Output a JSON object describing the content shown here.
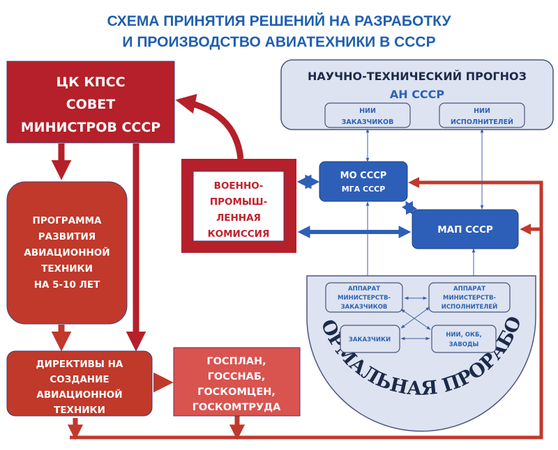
{
  "title": {
    "line1": "СХЕМА ПРИНЯТИЯ РЕШЕНИЙ НА РАЗРАБОТКУ",
    "line2": "И ПРОИЗВОДСТВО АВИАТЕХНИКИ В СССР"
  },
  "colors": {
    "title_blue": "#1f5fb0",
    "dark_red": "#b5202a",
    "red": "#c0392b",
    "light_red": "#d9534f",
    "blue_box": "#2e5fb8",
    "light_panel": "#dde3f1",
    "panel_border": "#4a5578"
  },
  "nodes": {
    "ck_kpss": {
      "lines": [
        "ЦК КПСС",
        "СОВЕТ",
        "МИНИСТРОВ СССР"
      ]
    },
    "program": {
      "lines": [
        "ПРОГРАММА",
        "РАЗВИТИЯ",
        "АВИАЦИОННОЙ",
        "ТЕХНИКИ",
        "НА 5-10 ЛЕТ"
      ]
    },
    "directives": {
      "lines": [
        "ДИРЕКТИВЫ НА",
        "СОЗДАНИЕ",
        "АВИАЦИОННОЙ",
        "ТЕХНИКИ"
      ]
    },
    "gosplan": {
      "lines": [
        "ГОСПЛАН,",
        "ГОССНАБ,",
        "ГОСКОМЦЕН,",
        "ГОСКОМТРУДА"
      ]
    },
    "vpk": {
      "lines": [
        "ВОЕННО-",
        "ПРОМЫШ-",
        "ЛЕННАЯ",
        "КОМИССИЯ"
      ]
    },
    "forecast": {
      "title": "НАУЧНО-ТЕХНИЧЕСКИЙ ПРОГНОЗ",
      "subtitle": "АН СССР"
    },
    "nii_customers": {
      "lines": [
        "НИИ",
        "ЗАКАЗЧИКОВ"
      ]
    },
    "nii_executors": {
      "lines": [
        "НИИ",
        "ИСПОЛНИТЕЛЕЙ"
      ]
    },
    "mo_mga": {
      "lines": [
        "МО СССР",
        "МГА СССР"
      ]
    },
    "map": {
      "lines": [
        "МАП СССР"
      ]
    },
    "apparat_customers": {
      "lines": [
        "АППАРАТ",
        "МИНИСТЕРСТВ-",
        "ЗАКАЗЧИКОВ"
      ]
    },
    "apparat_executors": {
      "lines": [
        "АППАРАТ",
        "МИНИСТЕРСТВ-",
        "ИСПОЛНИТЕЛЕЙ"
      ]
    },
    "customers": {
      "lines": [
        "ЗАКАЗЧИКИ"
      ]
    },
    "nii_okb_plants": {
      "lines": [
        "НИИ, ОКБ,",
        "ЗАВОДЫ"
      ]
    },
    "informal": {
      "label": "НЕФОРМАЛЬНАЯ ПРОРАБОТКА"
    }
  },
  "edges": [
    {
      "from": "ck_kpss",
      "to": "program",
      "style": "red-thick"
    },
    {
      "from": "ck_kpss",
      "to": "directives",
      "style": "red-thick"
    },
    {
      "from": "program",
      "to": "directives",
      "style": "red-thick"
    },
    {
      "from": "directives",
      "to": "gosplan",
      "style": "red-thick"
    },
    {
      "from": "vpk",
      "to": "ck_kpss",
      "style": "red-curved"
    },
    {
      "from": "vpk",
      "to": "mo_mga",
      "style": "blue-bidirectional"
    },
    {
      "from": "vpk",
      "to": "map",
      "style": "blue-bidirectional"
    },
    {
      "from": "mo_mga",
      "to": "map",
      "style": "blue-bidirectional"
    },
    {
      "from": "nii_customers",
      "to": "mo_mga",
      "style": "thin-bidirectional"
    },
    {
      "from": "nii_executors",
      "to": "map",
      "style": "thin-bidirectional"
    },
    {
      "from": "mo_mga",
      "to": "apparat_customers",
      "style": "thin-bidirectional"
    },
    {
      "from": "map",
      "to": "apparat_executors",
      "style": "thin-bidirectional"
    },
    {
      "from": "apparat_customers",
      "to": "apparat_executors",
      "style": "thin-bidirectional"
    },
    {
      "from": "apparat_customers",
      "to": "nii_okb_plants",
      "style": "thin-bidirectional"
    },
    {
      "from": "apparat_executors",
      "to": "customers",
      "style": "thin-bidirectional"
    },
    {
      "from": "customers",
      "to": "nii_okb_plants",
      "style": "thin-bidirectional"
    },
    {
      "from": "directives",
      "to": "mo_mga",
      "style": "red-feedback-loop"
    },
    {
      "from": "gosplan",
      "to": "map",
      "style": "red-feedback-loop"
    }
  ]
}
